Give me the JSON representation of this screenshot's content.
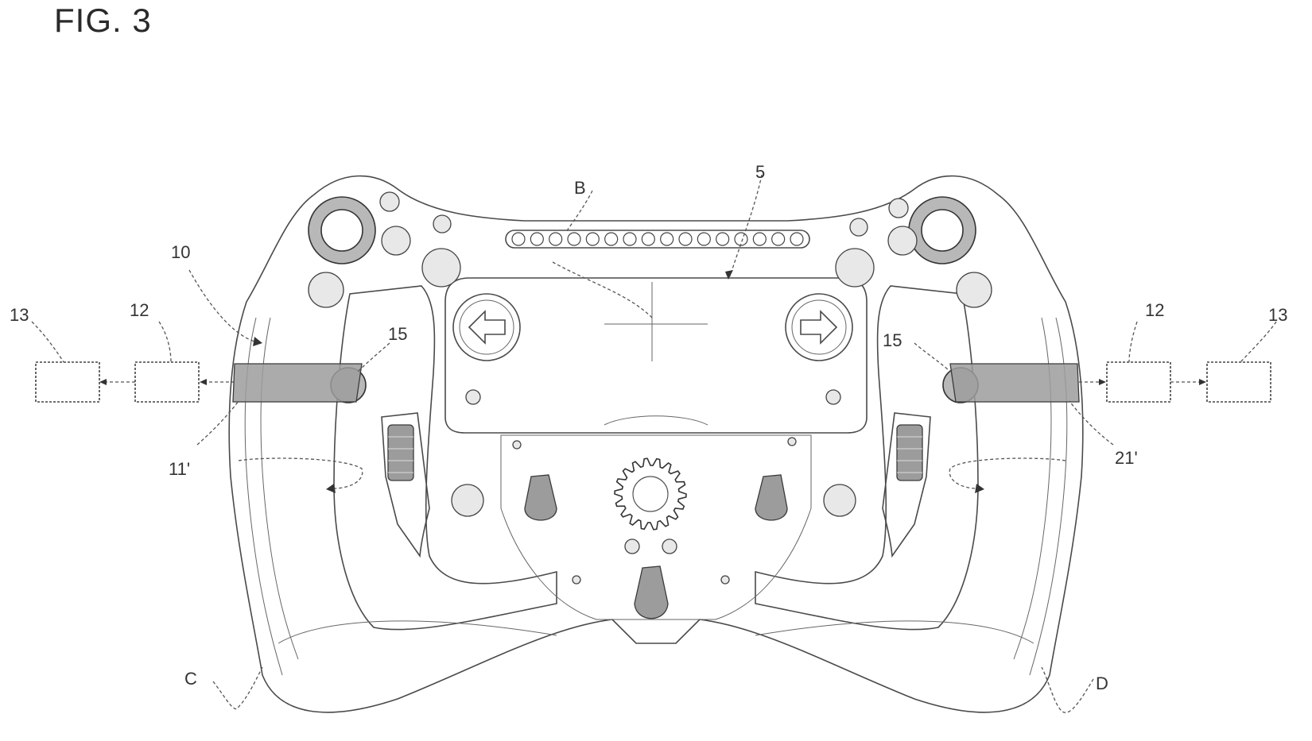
{
  "figure": {
    "title": "FIG. 3"
  },
  "labels": {
    "b": "B",
    "ref_5": "5",
    "ref_10": "10",
    "ref_13_left": "13",
    "ref_12_left": "12",
    "ref_15_left": "15",
    "ref_11p": "11'",
    "ref_15_right": "15",
    "ref_12_right": "12",
    "ref_13_right": "13",
    "ref_21p": "21'",
    "c": "C",
    "d": "D"
  },
  "colors": {
    "line": "#4a4a4a",
    "shading": "#9c9c9c",
    "background": "#ffffff"
  },
  "icons": {
    "left_arrow": "left-arrow-icon",
    "right_arrow": "right-arrow-icon"
  },
  "led_bar": {
    "led_count": 16
  }
}
